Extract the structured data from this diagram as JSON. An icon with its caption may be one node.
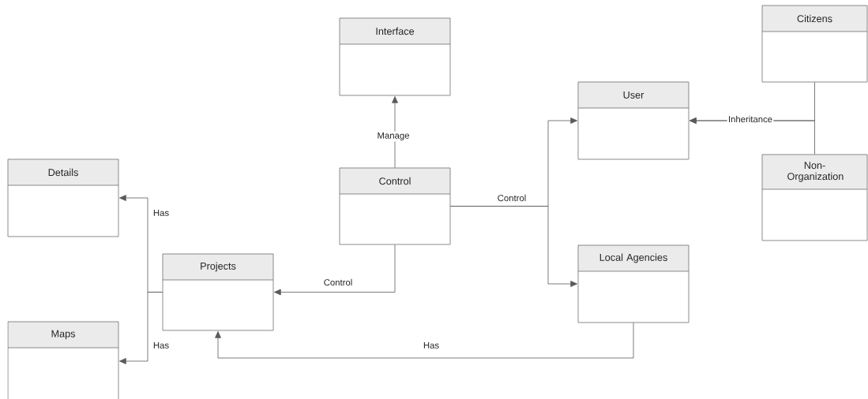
{
  "diagram": {
    "nodes": [
      {
        "text": [
          "Interface"
        ]
      },
      {
        "text": [
          "Citizens"
        ]
      },
      {
        "text": [
          "User"
        ]
      },
      {
        "text": [
          "Non-Organization"
        ]
      },
      {
        "text": [
          "Details"
        ]
      },
      {
        "text": [
          "Control"
        ]
      },
      {
        "text": [
          "Projects"
        ]
      },
      {
        "text": [
          "Local Agencies"
        ]
      },
      {
        "text": [
          "Maps"
        ]
      }
    ],
    "edges": [
      {
        "from": 5,
        "to": 0,
        "arrow": "to",
        "label": "Manage"
      },
      {
        "from": 5,
        "to": 2,
        "arrow": "to",
        "label": "Control"
      },
      {
        "from": 5,
        "to": 7,
        "arrow": "to"
      },
      {
        "from": 5,
        "to": 6,
        "arrow": "to",
        "label": "Control"
      },
      {
        "from": 6,
        "to": 4,
        "arrow": "to",
        "label": "Has"
      },
      {
        "from": 6,
        "to": 8,
        "arrow": "to",
        "label": "Has"
      },
      {
        "from": 7,
        "to": 6,
        "arrow": "to",
        "label": "Has"
      },
      {
        "from": 1,
        "to": 2,
        "arrow": "to",
        "label": "Inheritance"
      },
      {
        "from": 3,
        "to": 2,
        "arrow": "to"
      }
    ]
  }
}
